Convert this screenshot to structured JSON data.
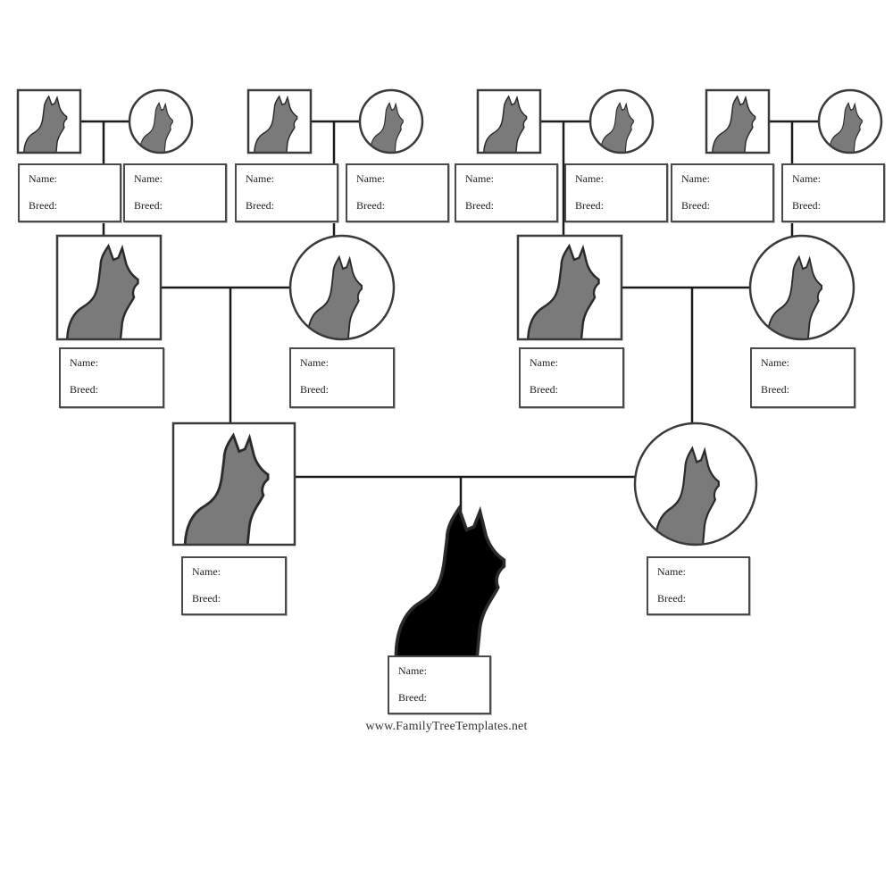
{
  "labels": {
    "name": "Name:",
    "breed": "Breed:"
  },
  "colors": {
    "line": "#1a1a1a",
    "silhouette": "#7a7a7a",
    "subject": "#000000",
    "frame": "#3a3a3a"
  },
  "icons": {
    "male": "cat-silhouette-icon",
    "female": "cat-silhouette-icon",
    "subject": "black-cat-icon"
  },
  "subject": {
    "name": "",
    "breed": ""
  },
  "parents": [
    {
      "sex": "male",
      "name": "",
      "breed": ""
    },
    {
      "sex": "female",
      "name": "",
      "breed": ""
    }
  ],
  "grandparents": [
    {
      "sex": "male",
      "name": "",
      "breed": ""
    },
    {
      "sex": "female",
      "name": "",
      "breed": ""
    },
    {
      "sex": "male",
      "name": "",
      "breed": ""
    },
    {
      "sex": "female",
      "name": "",
      "breed": ""
    }
  ],
  "great_grandparents": [
    {
      "sex": "male",
      "name": "",
      "breed": ""
    },
    {
      "sex": "female",
      "name": "",
      "breed": ""
    },
    {
      "sex": "male",
      "name": "",
      "breed": ""
    },
    {
      "sex": "female",
      "name": "",
      "breed": ""
    },
    {
      "sex": "male",
      "name": "",
      "breed": ""
    },
    {
      "sex": "female",
      "name": "",
      "breed": ""
    },
    {
      "sex": "male",
      "name": "",
      "breed": ""
    },
    {
      "sex": "female",
      "name": "",
      "breed": ""
    }
  ],
  "footer": "www.FamilyTreeTemplates.net"
}
